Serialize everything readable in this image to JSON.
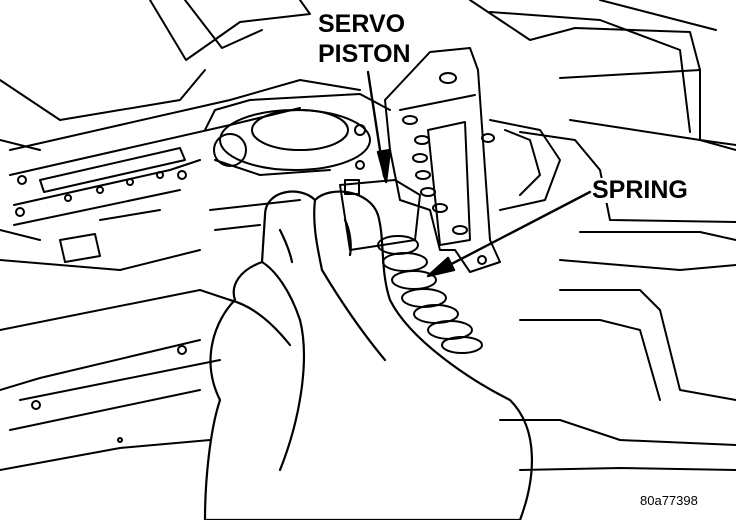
{
  "labels": {
    "servo": "SERVO",
    "piston": "PISTON",
    "spring": "SPRING"
  },
  "figure_id": "80a77398",
  "colors": {
    "ink": "#000000",
    "paper": "#ffffff"
  }
}
